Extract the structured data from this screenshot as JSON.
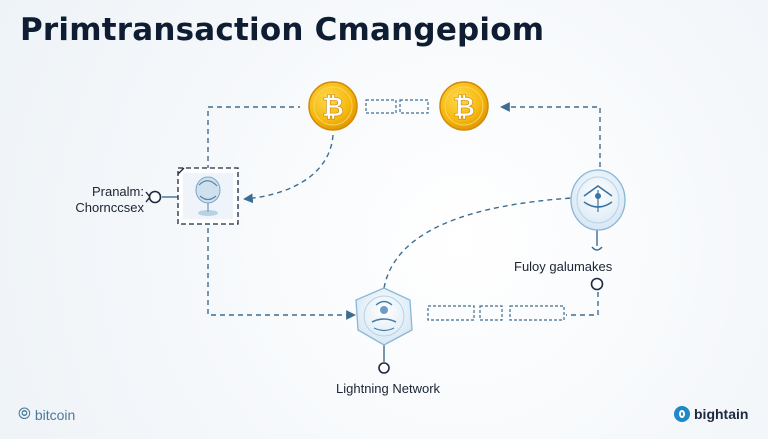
{
  "title": "Primtransaction Cmangepiom",
  "labels": {
    "left_line1": "Pranalm:",
    "left_line2": "Chorncсsex",
    "right": "Fuloy galumakes",
    "bottom": "Lightning Network"
  },
  "brand": {
    "left": "bitcoin",
    "right": "bightain"
  },
  "coin_symbol": "₿",
  "colors": {
    "title": "#0f1d33",
    "line": "#3f6d92",
    "coin_gold": "#f5b90f",
    "coin_edge": "#e29a06",
    "node_fill": "#e5f0f8",
    "node_stroke": "#8ab6d6",
    "brand_accent": "#1e88c8"
  },
  "icons": [
    "bitcoin-coin-icon",
    "wallet-node-icon",
    "exchange-node-icon",
    "lightning-node-icon",
    "bitcoin-logo-icon",
    "bightain-logo-icon"
  ]
}
